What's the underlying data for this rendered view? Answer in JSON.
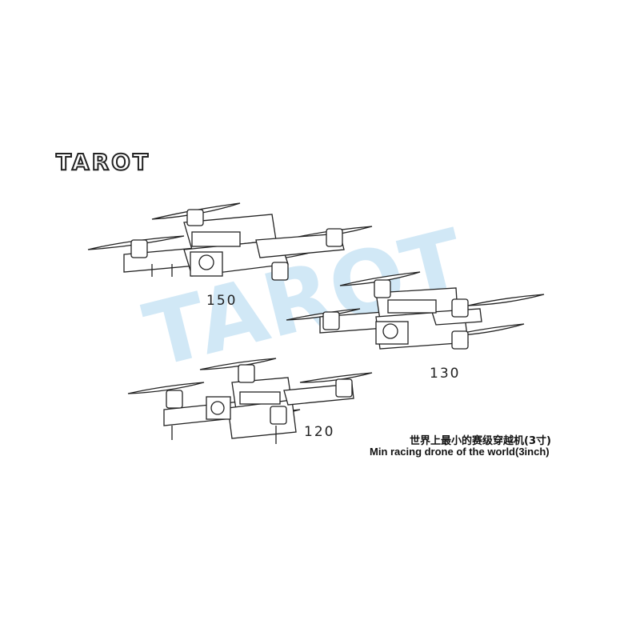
{
  "brand": {
    "logo_text": "TAROT",
    "watermark_text": "TAROT"
  },
  "drones": [
    {
      "label": "150"
    },
    {
      "label": "130"
    },
    {
      "label": "120"
    }
  ],
  "caption": {
    "chinese": "世界上最小的赛级穿越机(3寸)",
    "english": "Min racing drone of the world(3inch)"
  },
  "colors": {
    "watermark": "#cde6f6",
    "line": "#222222",
    "background": "#ffffff"
  }
}
